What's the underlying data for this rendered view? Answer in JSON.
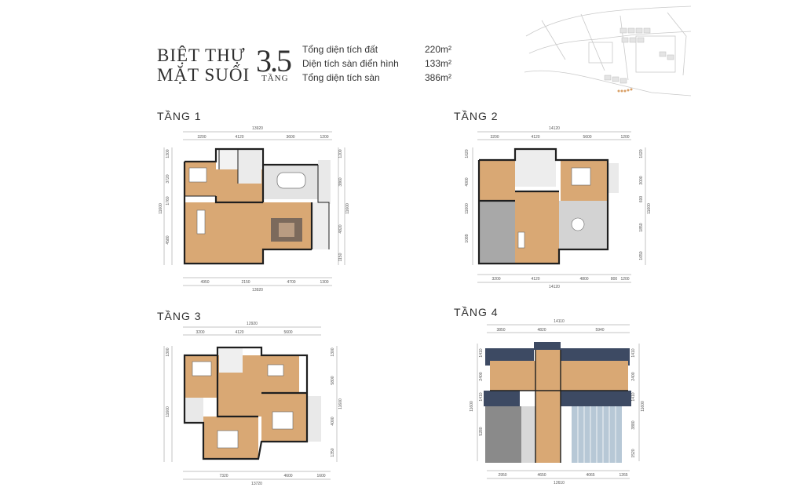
{
  "header": {
    "title_line1": "BIỆT THỰ",
    "title_line2": "MẶT SUỐI",
    "floors_number": "3.5",
    "floors_unit": "TẦNG",
    "specs": [
      {
        "label": "Tổng diện tích đất",
        "value": "220m²"
      },
      {
        "label": "Diện tích sàn điển hình",
        "value": "133m²"
      },
      {
        "label": "Tổng diện tích sàn",
        "value": "386m²"
      }
    ]
  },
  "floors": [
    {
      "title": "TẦNG 1",
      "dims_top": [
        "3200",
        "4120",
        "3600",
        "1200"
      ],
      "total_top": "13920",
      "dims_bottom": [
        "4950",
        "2150",
        "4700",
        "1300"
      ],
      "total_bottom": "13920",
      "dims_left": [
        "1300",
        "3720",
        "1760",
        "4580"
      ],
      "total_left": "11600",
      "dims_right": [
        "1200",
        "3860",
        "4820",
        "1150"
      ],
      "total_right": "11600"
    },
    {
      "title": "TẦNG 2",
      "dims_top": [
        "3200",
        "4120",
        "5600",
        "1200"
      ],
      "total_top": "14120",
      "dims_bottom": [
        "3200",
        "4120",
        "4800",
        "800",
        "1200"
      ],
      "total_bottom": "14120",
      "dims_left": [
        "1020",
        "4000",
        "1089"
      ],
      "total_left": "11600",
      "dims_right": [
        "1020",
        "3000",
        "600",
        "1850",
        "1650"
      ],
      "total_right": "11600"
    },
    {
      "title": "TẦNG 3",
      "dims_top": [
        "3200",
        "4120",
        "5600"
      ],
      "total_top": "12920",
      "dims_bottom": [
        "7320",
        "4600",
        "1600"
      ],
      "total_bottom": "13720",
      "dims_left": [
        "1300",
        "11600"
      ],
      "total_left": "",
      "dims_right": [
        "1300",
        "5800",
        "4000",
        "1350"
      ],
      "total_right": "11600"
    },
    {
      "title": "TẦNG 4",
      "dims_top": [
        "3850",
        "4820",
        "5940"
      ],
      "total_top": "14110",
      "dims_bottom": [
        "2950",
        "4650",
        "4065",
        "1265"
      ],
      "total_bottom": "12610",
      "dims_left": [
        "1410",
        "2400",
        "1410",
        "5280"
      ],
      "total_left": "11600",
      "dims_right": [
        "1410",
        "2400",
        "1410",
        "3880",
        "1520"
      ],
      "total_right": "11600"
    }
  ]
}
